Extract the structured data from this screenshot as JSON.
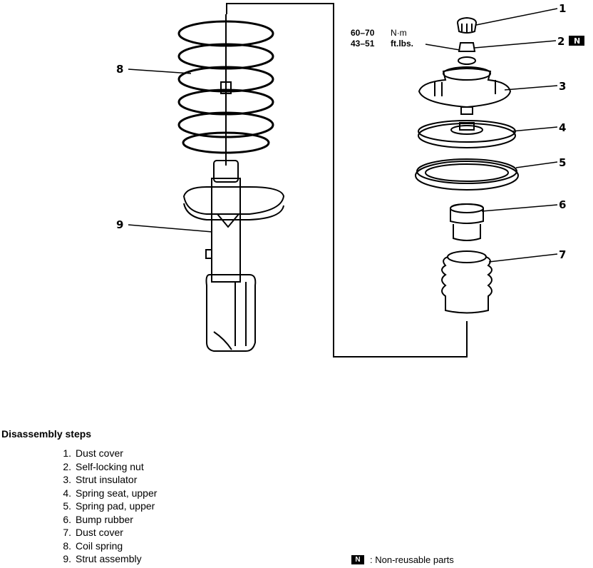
{
  "torque": {
    "nm": "60–70",
    "nm_unit": "N·m",
    "ftlbs": "43–51",
    "ftlbs_unit": "ft.lbs."
  },
  "callouts": [
    "1",
    "2",
    "3",
    "4",
    "5",
    "6",
    "7",
    "8",
    "9"
  ],
  "non_reusable_mark": "N",
  "steps": {
    "title": "Disassembly steps",
    "items": [
      {
        "num": "1.",
        "text": "Dust cover"
      },
      {
        "num": "2.",
        "text": "Self-locking nut"
      },
      {
        "num": "3.",
        "text": "Strut insulator"
      },
      {
        "num": "4.",
        "text": "Spring seat, upper"
      },
      {
        "num": "5.",
        "text": "Spring pad, upper"
      },
      {
        "num": "6.",
        "text": "Bump rubber"
      },
      {
        "num": "7.",
        "text": "Dust cover"
      },
      {
        "num": "8.",
        "text": "Coil spring"
      },
      {
        "num": "9.",
        "text": "Strut assembly"
      }
    ]
  },
  "legend": {
    "icon": "N",
    "text": ": Non-reusable  parts"
  }
}
